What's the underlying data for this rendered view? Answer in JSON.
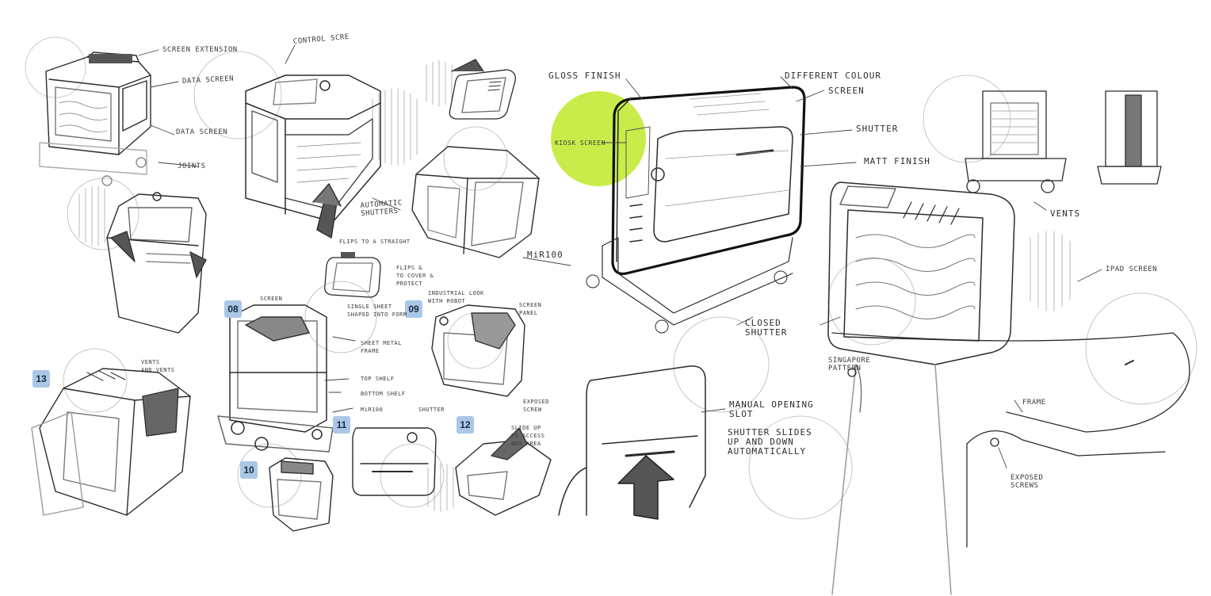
{
  "colors": {
    "paper": "#ffffff",
    "ink": "#2b2b2b",
    "highlight": "#c9ec4a",
    "badge": "#a9c8e8"
  },
  "badges": [
    "08",
    "09",
    "10",
    "11",
    "12",
    "13"
  ],
  "left_annotations": {
    "screen_extension": "SCREEN EXTENSION",
    "data_screen_1": "DATA SCREEN",
    "data_screen_2": "DATA SCREEN",
    "joints": "JOINTS",
    "control_screen": "CONTROL SCRE",
    "automatic_shutters": "AUTOMATIC\nSHUTTERS",
    "flips_straight": "FLIPS TO A STRAIGHT",
    "flips_to_cover": "FLIPS &\nTO COVER &\nPROTECT",
    "screen_08": "SCREEN",
    "single_sheet": "SINGLE SHEET\nSHAPED INTO FORM",
    "sheet_metal_frame": "SHEET METAL\nFRAME",
    "top_shelf": "TOP SHELF",
    "bottom_shelf": "BOTTOM SHELF",
    "mir100_small": "MiR100",
    "industrial_look": "INDUSTRIAL LOOK\nWITH ROBOT",
    "screen_panel": "SCREEN\nPANEL",
    "shutter_09": "SHUTTER",
    "exposed_screw": "EXPOSED\nSCREW",
    "slide_up": "SLIDE UP\nTO ACCESS\nBOX AREA",
    "vents_13": "VENTS\nAND VENTS"
  },
  "right_annotations": {
    "gloss_finish": "GLOSS FINISH",
    "different_colour": "DIFFERENT COLOUR",
    "screen": "SCREEN",
    "shutter": "SHUTTER",
    "matt_finish": "MATT FINISH",
    "kiosk_screen": "KIOSK SCREEN",
    "mir100": "MiR100",
    "vents": "VENTS",
    "ipad_screen": "IPAD SCREEN",
    "closed_shutter": "CLOSED\nSHUTTER",
    "singapore_pattern": "SINGAPORE\nPATTERN",
    "manual_opening_slot": "MANUAL OPENING\nSLOT",
    "shutter_slides": "SHUTTER SLIDES\nUP AND DOWN\nAUTOMATICALLY",
    "frame": "FRAME",
    "exposed_screws": "EXPOSED\nSCREWS"
  }
}
